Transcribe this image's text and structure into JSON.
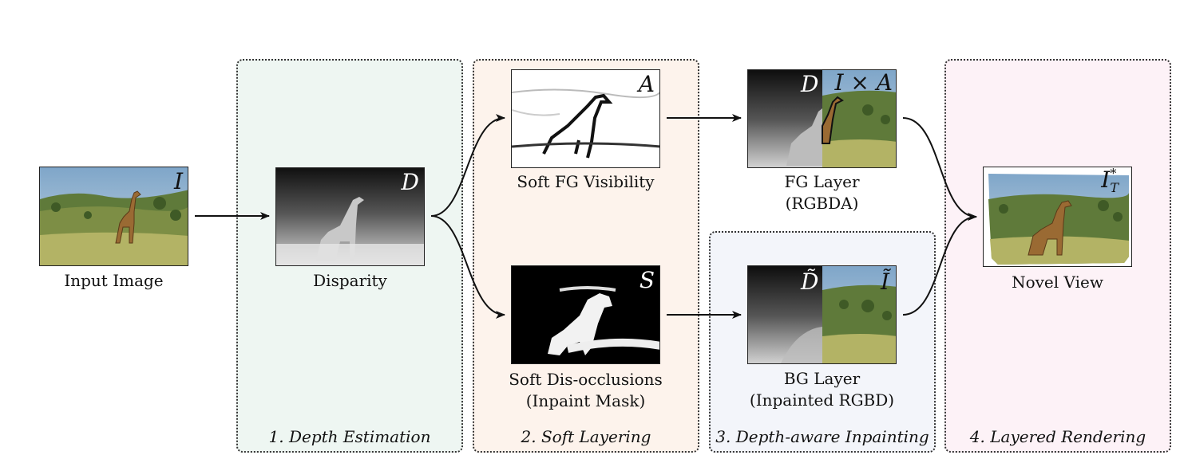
{
  "stages": {
    "depth": "1. Depth Estimation",
    "soft_layering": "2. Soft Layering",
    "inpainting": "3. Depth-aware Inpainting",
    "rendering": "4. Layered Rendering"
  },
  "captions": {
    "input": "Input Image",
    "disparity": "Disparity",
    "fg_visibility": "Soft FG Visibility",
    "disocclusions_line1": "Soft Dis-occlusions",
    "disocclusions_line2": "(Inpaint Mask)",
    "fg_layer_line1": "FG Layer",
    "fg_layer_line2": "(RGBDA)",
    "bg_layer_line1": "BG Layer",
    "bg_layer_line2": "(Inpainted RGBD)",
    "novel_view": "Novel View"
  },
  "symbols": {
    "input": "I",
    "disparity": "D",
    "fg_visibility": "A",
    "disocclusions": "S",
    "fg_depth": "D",
    "fg_rgb": "I × A",
    "bg_depth": "D̃",
    "bg_rgb": "Ĩ",
    "novel": "I",
    "novel_sup": "*",
    "novel_sub": "T"
  },
  "colors": {
    "depth_panel": "#eef6f2",
    "soft_layering_panel": "#fdf3ec",
    "inpainting_panel": "#f3f5fa",
    "rendering_panel": "#fdf2f7"
  }
}
